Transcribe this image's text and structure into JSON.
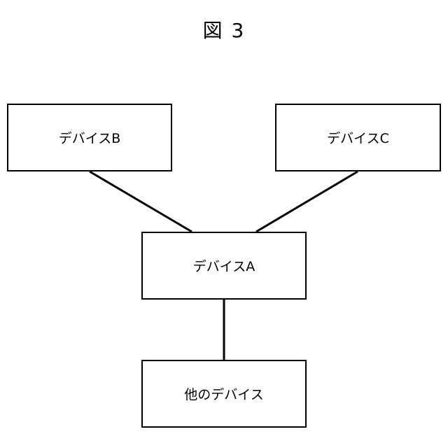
{
  "figure": {
    "title": "図 3"
  },
  "nodes": {
    "device_b": {
      "label": "デバイスB"
    },
    "device_c": {
      "label": "デバイスC"
    },
    "device_a": {
      "label": "デバイスA"
    },
    "other_device": {
      "label": "他のデバイス"
    }
  },
  "edges": [
    {
      "from": "デバイスB",
      "to": "デバイスA"
    },
    {
      "from": "デバイスC",
      "to": "デバイスA"
    },
    {
      "from": "デバイスA",
      "to": "他のデバイス"
    }
  ]
}
